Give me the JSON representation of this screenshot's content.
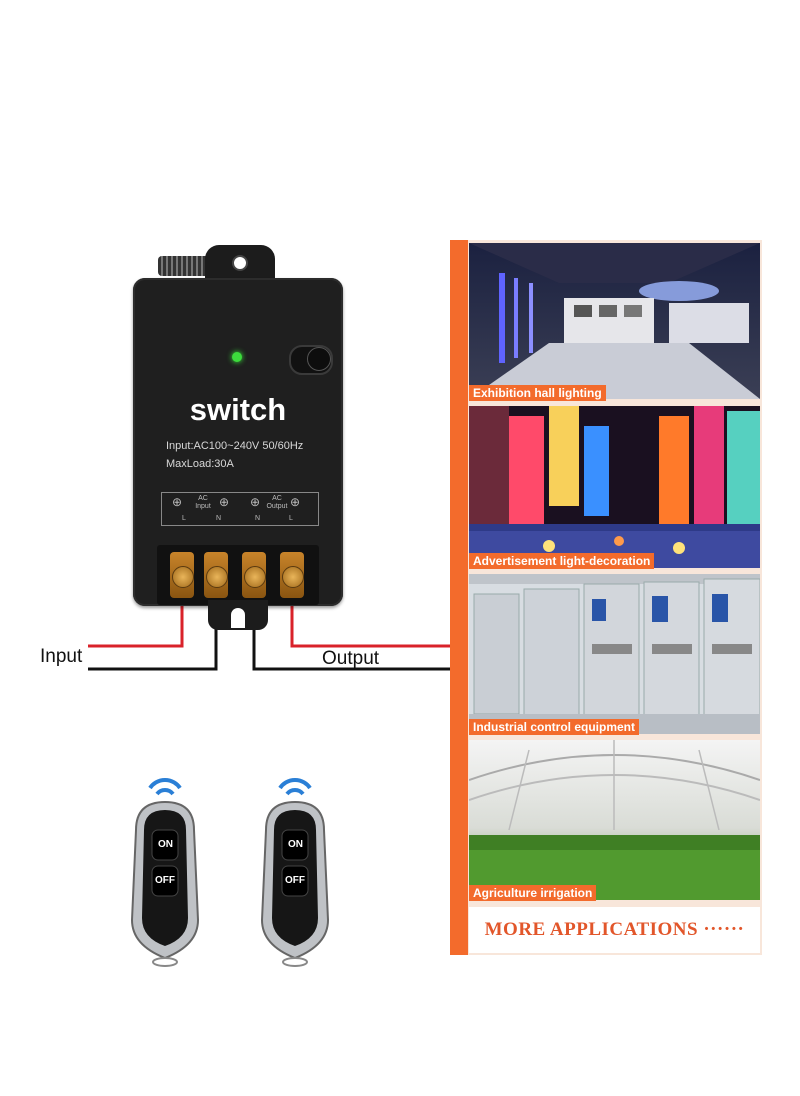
{
  "device": {
    "title": "switch",
    "spec_input": "Input:AC100~240V 50/60Hz",
    "spec_load": "MaxLoad:30A",
    "terminal": {
      "ac_input": "AC\nInput",
      "ac_output": "AC\nOutput",
      "l1": "L",
      "n1": "N",
      "n2": "N",
      "l2": "L"
    },
    "led_color": "#3cdc3c"
  },
  "wiring": {
    "input_label": "Input",
    "output_label": "Output",
    "live_color": "#d9222a",
    "neutral_color": "#111111"
  },
  "applications": [
    {
      "caption": "Exhibition hall lighting"
    },
    {
      "caption": "Advertisement light-decoration"
    },
    {
      "caption": "Industrial control equipment"
    },
    {
      "caption": "Agriculture irrigation"
    }
  ],
  "more_label": "MORE APPLICATIONS ······",
  "remotes": [
    {
      "on_label": "ON",
      "off_label": "OFF"
    },
    {
      "on_label": "ON",
      "off_label": "OFF"
    }
  ],
  "colors": {
    "accent": "#f36b2c",
    "signal": "#2a7fd6"
  }
}
